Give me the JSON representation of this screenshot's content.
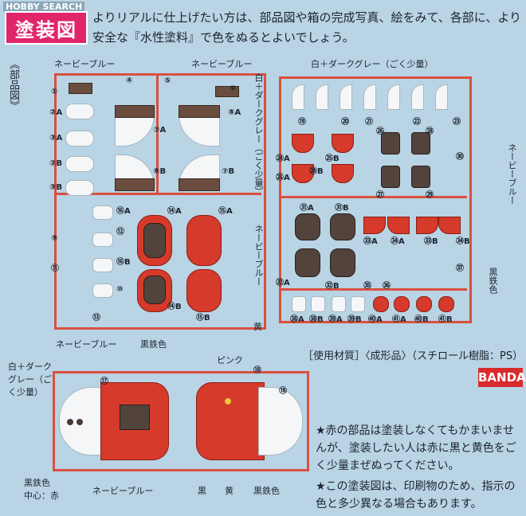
{
  "watermark": "HOBBY SEARCH",
  "header": {
    "title": "塗装図",
    "intro": "よりリアルに仕上げたい方は、部品図や箱の完成写真、絵をみて、各部に、より安全な『水性塗料』で色をぬるとよいでしょう。"
  },
  "side_label": "《部品図》",
  "colors": {
    "background": "#b9d4e4",
    "sprue": "#d9503f",
    "title_bg": "#e0256b",
    "brand_bg": "#d92b2b"
  },
  "sprue_a": {
    "labels": {
      "navy_left": "ネービーブルー",
      "navy_top": "ネービーブルー",
      "white_gray": "白＋ダークグレー（ごく少量）",
      "navy_mid": "ネービーブルー",
      "yellow": "黄",
      "gunmetal": "黒鉄色",
      "navy_bottom": "ネービーブルー"
    },
    "numbers": [
      "①",
      "②A",
      "③A",
      "②B",
      "③B",
      "④",
      "⑤",
      "⑥",
      "⑦A",
      "⑧A",
      "⑧B",
      "⑦B",
      "⑨",
      "⑩",
      "⑪",
      "⑫",
      "⑬",
      "⑭A",
      "⑭B",
      "⑮A",
      "⑮B",
      "⑯A",
      "⑯B"
    ]
  },
  "sprue_b": {
    "labels": {
      "white_gray": "白＋ダークグレー（ごく少量）",
      "navy": "ネービーブルー",
      "gunmetal": "黒鉄色"
    },
    "numbers": [
      "⑲",
      "⑳",
      "㉑",
      "㉒",
      "㉓",
      "㉔A",
      "㉕A",
      "㉔B",
      "㉕B",
      "㉖",
      "㉗",
      "㉘",
      "㉙",
      "㉚",
      "㉛A",
      "㉛B",
      "㉜A",
      "㉜B",
      "㉝A",
      "㉞A",
      "㉝B",
      "㉞B",
      "㉟",
      "㊱",
      "㊲",
      "㊳A",
      "㊳B",
      "㊴A",
      "㊴B",
      "㊵A",
      "㊵B",
      "㊶A",
      "㊶B"
    ]
  },
  "sprue_c": {
    "labels": {
      "white_gray": "白＋ダークグレー（ごく少量）",
      "pink": "ピンク",
      "gunmetal": "黒鉄色",
      "center": "中心：赤",
      "navy": "ネービーブルー",
      "black": "黒",
      "yellow": "黄",
      "gunmetal2": "黒鉄色"
    },
    "numbers": [
      "⑰",
      "⑱",
      "⑱"
    ]
  },
  "material": "［使用材質］〈成形品〉（スチロール樹脂：PS）",
  "brand": "BANDAI",
  "notes": {
    "n1": "★赤の部品は塗装しなくてもかまいませんが、塗装したい人は赤に黒と黄色をごく少量まぜぬってください。",
    "n2": "★この塗装図は、印刷物のため、指示の色と多少異なる場合もあります。"
  }
}
